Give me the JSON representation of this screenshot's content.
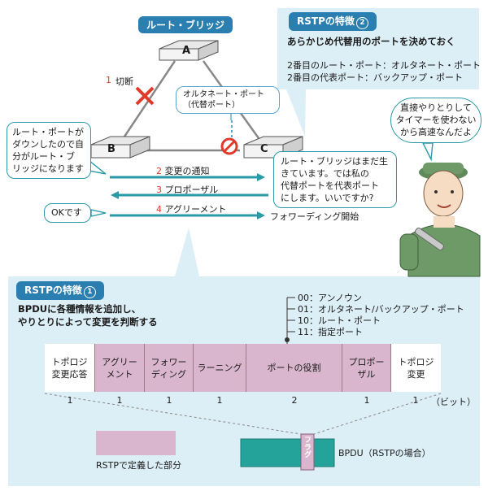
{
  "top_diagram": {
    "title": "ルート・ブリッジ",
    "bridges": {
      "a": "A",
      "b": "B",
      "c": "C"
    },
    "cut_label": "切断",
    "alternate_port_label": "オルタネート・ポート\n（代替ポート）",
    "messages": [
      {
        "step": "2",
        "text": "変更の通知"
      },
      {
        "step": "3",
        "text": "プロポーザル"
      },
      {
        "step": "4",
        "text": "アグリーメント"
      }
    ],
    "step1": "1",
    "forwarding_start": "フォワーディング開始",
    "bubble_b": "ルート・ポートが\nダウンしたので自\n分がルート・ブ\nリッジになります",
    "bubble_c": "ルート・ブリッジはまだ生\nきています。では私の\n代替ポートを代表ポート\nにします。いいですか?",
    "bubble_ok": "OKです",
    "bubble_person": "直接やりとりして\nタイマーを使わない\nから高速なんだよ"
  },
  "rstp_feature2": {
    "header": "RSTPの特徴",
    "header_num": "2",
    "subtitle": "あらかじめ代替用のポートを決めておく",
    "line1": "2番目のルート・ポート：オルタネート・ポート",
    "line2": "2番目の代表ポート：バックアップ・ポート"
  },
  "rstp_feature1": {
    "header": "RSTPの特徴",
    "header_num": "1",
    "subtitle": "BPDUに各種情報を追加し、\nやりとりによって変更を判断する",
    "codes": [
      "00：アンノウン",
      "01：オルタネート/バックアップ・ポート",
      "10：ルート・ポート",
      "11：指定ポート"
    ],
    "fields": [
      {
        "label": "トポロジ\n変更応答",
        "bits": "1",
        "style": "white"
      },
      {
        "label": "アグリー\nメント",
        "bits": "1",
        "style": "pink"
      },
      {
        "label": "フォワー\nディング",
        "bits": "1",
        "style": "pink"
      },
      {
        "label": "ラーニング",
        "bits": "1",
        "style": "pink"
      },
      {
        "label": "ポートの役割",
        "bits": "2",
        "style": "pink"
      },
      {
        "label": "プロポー\nザル",
        "bits": "1",
        "style": "pink"
      },
      {
        "label": "トポロジ\n変更",
        "bits": "1",
        "style": "white"
      }
    ],
    "bits_unit": "（ビット）",
    "legend_defined": "RSTPで定義した部分",
    "flag_label": "フラグ",
    "bpdu_label": "BPDU（RSTPの場合）"
  },
  "colors": {
    "accent": "#2a7fb0",
    "teal": "#2a9aa8",
    "panel": "#dceef6",
    "pink": "#d9b6cd",
    "bpdu": "#24a39a"
  }
}
